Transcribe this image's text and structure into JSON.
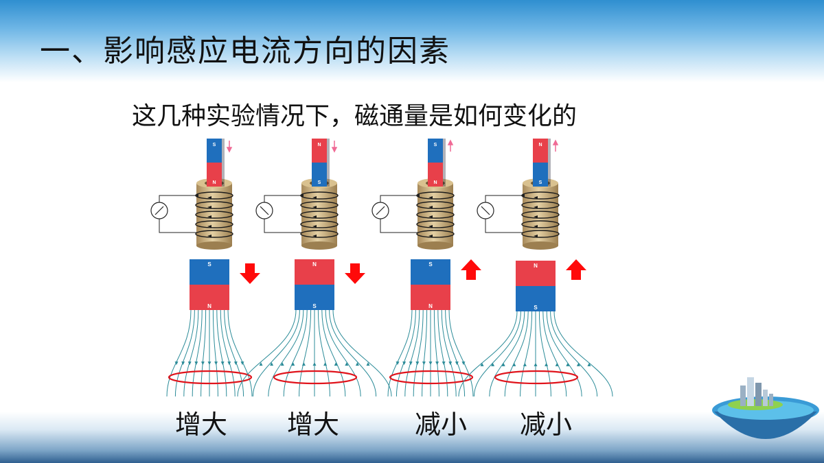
{
  "slide": {
    "title": "一、影响感应电流方向的因素",
    "question": "这几种实验情况下，磁通量是如何变化的"
  },
  "colors": {
    "north": "#e8404a",
    "south": "#1f6fbd",
    "arrow": "#ff0a0a",
    "small_arrow": "#f06a95",
    "loop": "#e0141c",
    "field_line": "#2b8b98",
    "coil": "#c8a878"
  },
  "cases": [
    {
      "top_pole": "S",
      "bottom_pole": "N",
      "motion": "down",
      "result": "增大"
    },
    {
      "top_pole": "N",
      "bottom_pole": "S",
      "motion": "down",
      "result": "增大"
    },
    {
      "top_pole": "S",
      "bottom_pole": "N",
      "motion": "up",
      "result": "减小"
    },
    {
      "top_pole": "N",
      "bottom_pole": "S",
      "motion": "up",
      "result": "减小"
    }
  ]
}
